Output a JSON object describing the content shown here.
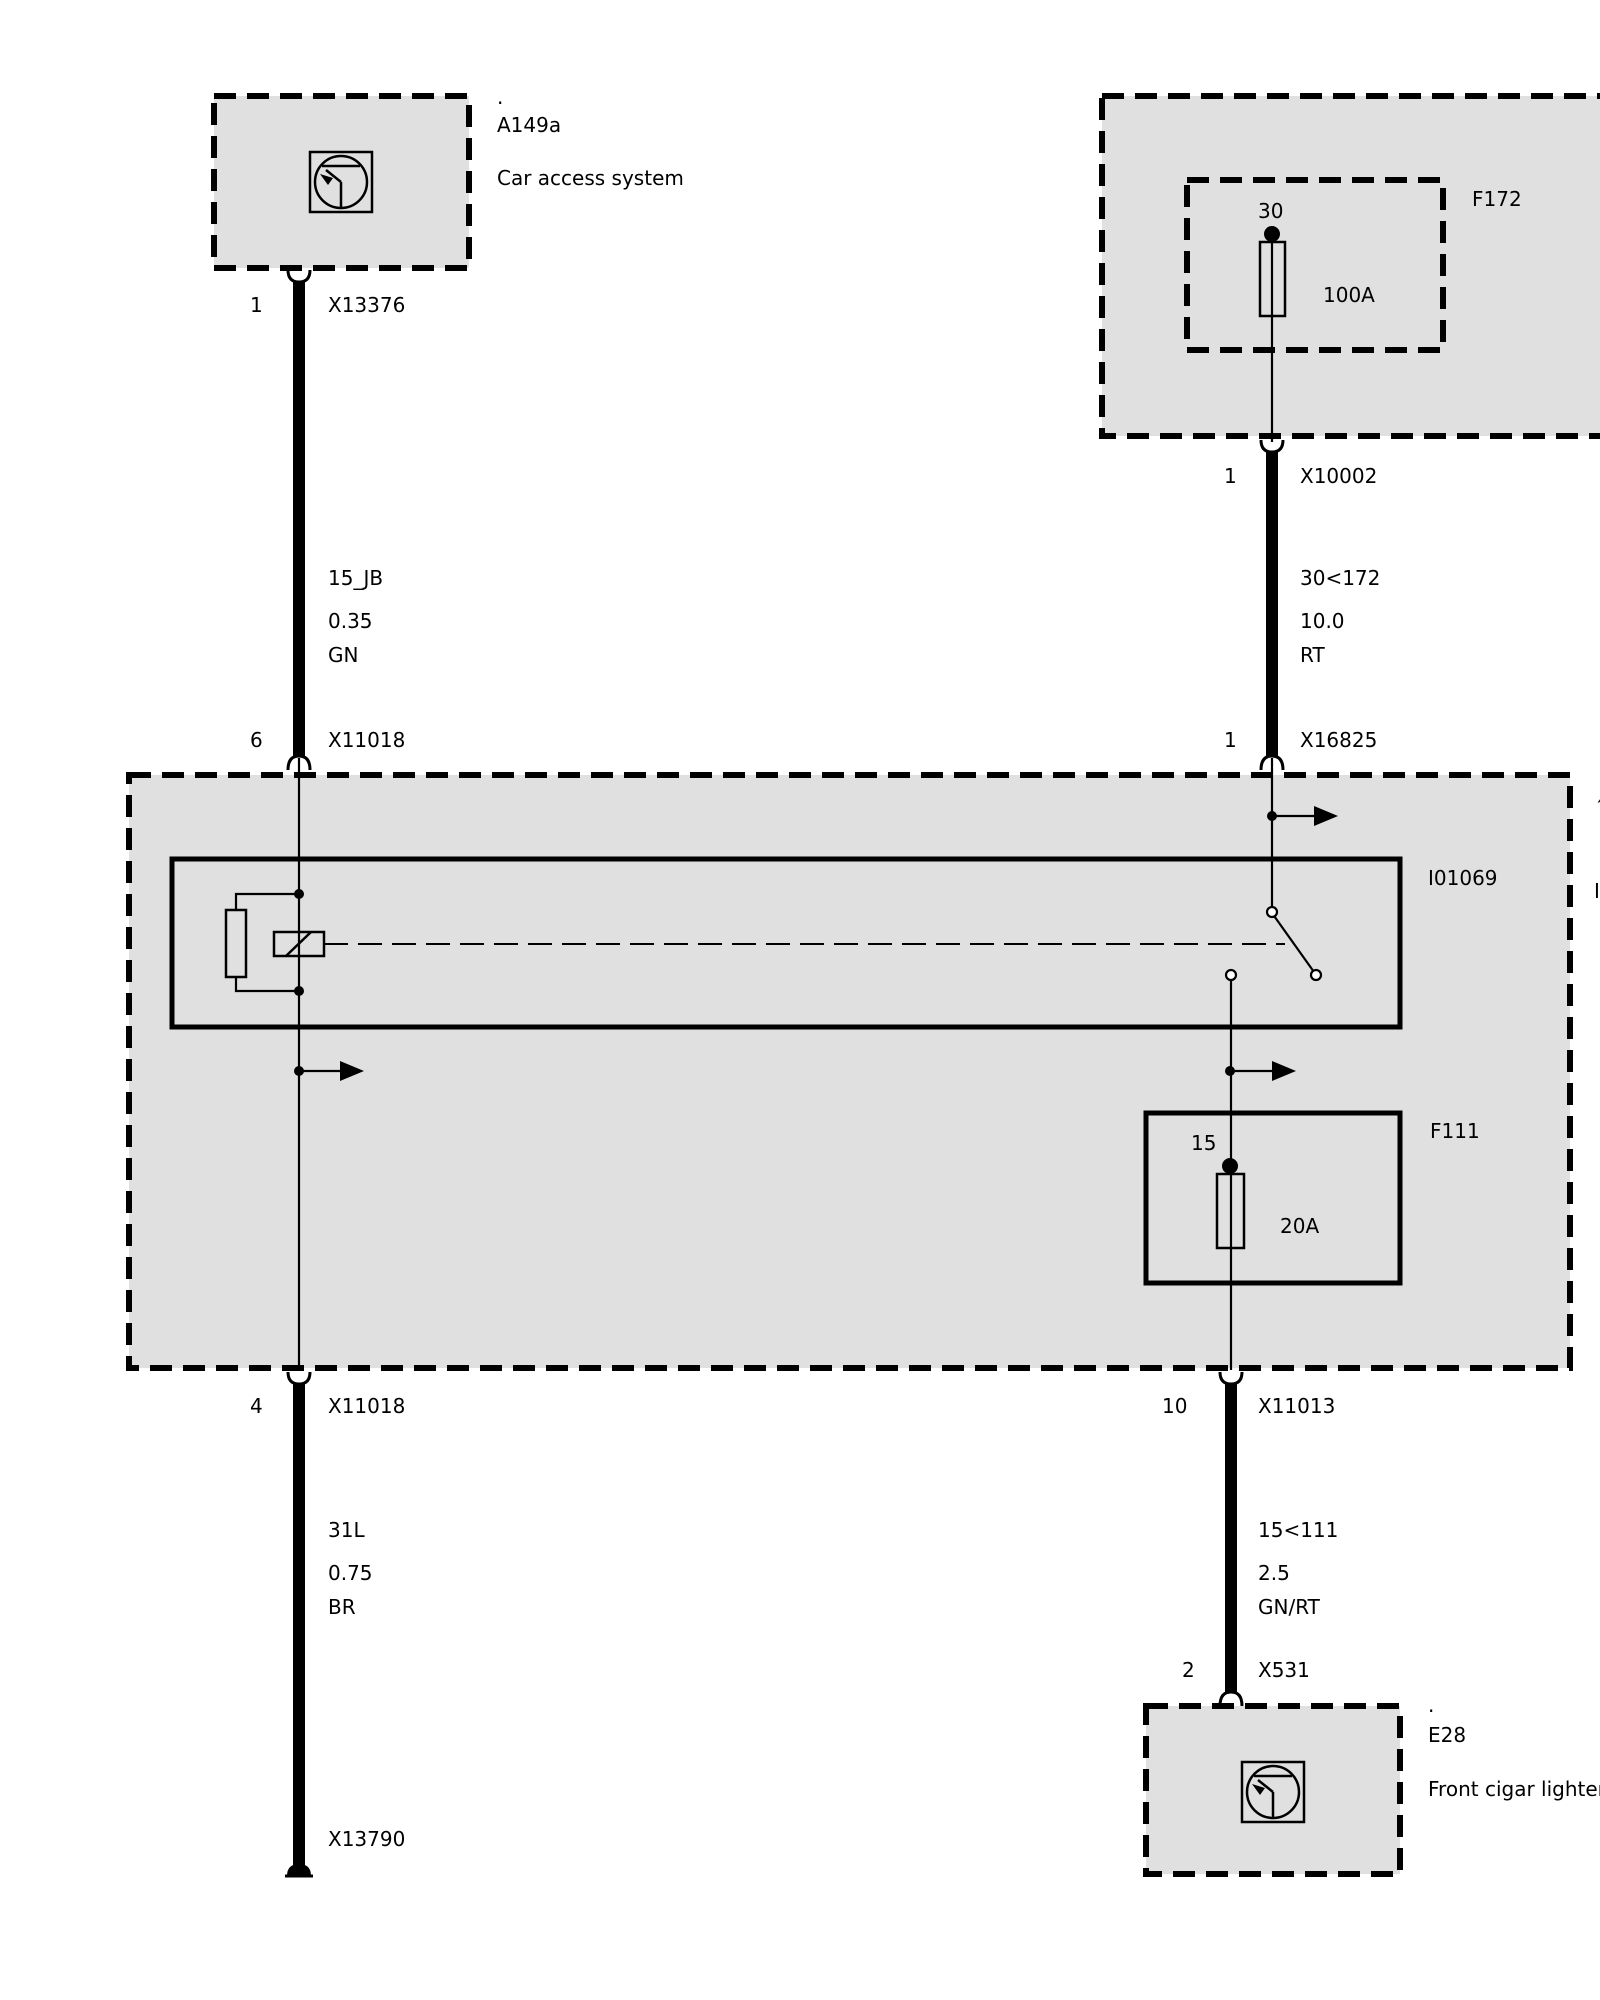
{
  "components": {
    "a149a": {
      "mark": ".",
      "id": "A149a",
      "name": "Car access system"
    },
    "f172": {
      "id": "F172",
      "terminal": "30",
      "rating": "100A"
    },
    "i01069": {
      "id": "I01069"
    },
    "f111": {
      "id": "F111",
      "terminal": "15",
      "rating": "20A"
    },
    "e28": {
      "mark": ".",
      "id": "E28",
      "name": "Front cigar lighter"
    },
    "right_edge_glyph_1": "´",
    "right_edge_glyph_2": "I"
  },
  "connectors": {
    "x13376": {
      "pin": "1",
      "id": "X13376"
    },
    "x10002": {
      "pin": "1",
      "id": "X10002"
    },
    "x11018_top": {
      "pin": "6",
      "id": "X11018"
    },
    "x16825": {
      "pin": "1",
      "id": "X16825"
    },
    "x11018_bottom": {
      "pin": "4",
      "id": "X11018"
    },
    "x11013": {
      "pin": "10",
      "id": "X11013"
    },
    "x531": {
      "pin": "2",
      "id": "X531"
    },
    "x13790": {
      "id": "X13790"
    }
  },
  "wires": {
    "left_top": {
      "signal": "15_JB",
      "cross_section": "0.35",
      "color": "GN"
    },
    "right_top": {
      "signal": "30<172",
      "cross_section": "10.0",
      "color": "RT"
    },
    "left_bottom": {
      "signal": "31L",
      "cross_section": "0.75",
      "color": "BR"
    },
    "right_bottom": {
      "signal": "15<111",
      "cross_section": "2.5",
      "color": "GN/RT"
    }
  },
  "colors": {
    "housing_fill": "#e0e0e0",
    "line": "#000000"
  }
}
